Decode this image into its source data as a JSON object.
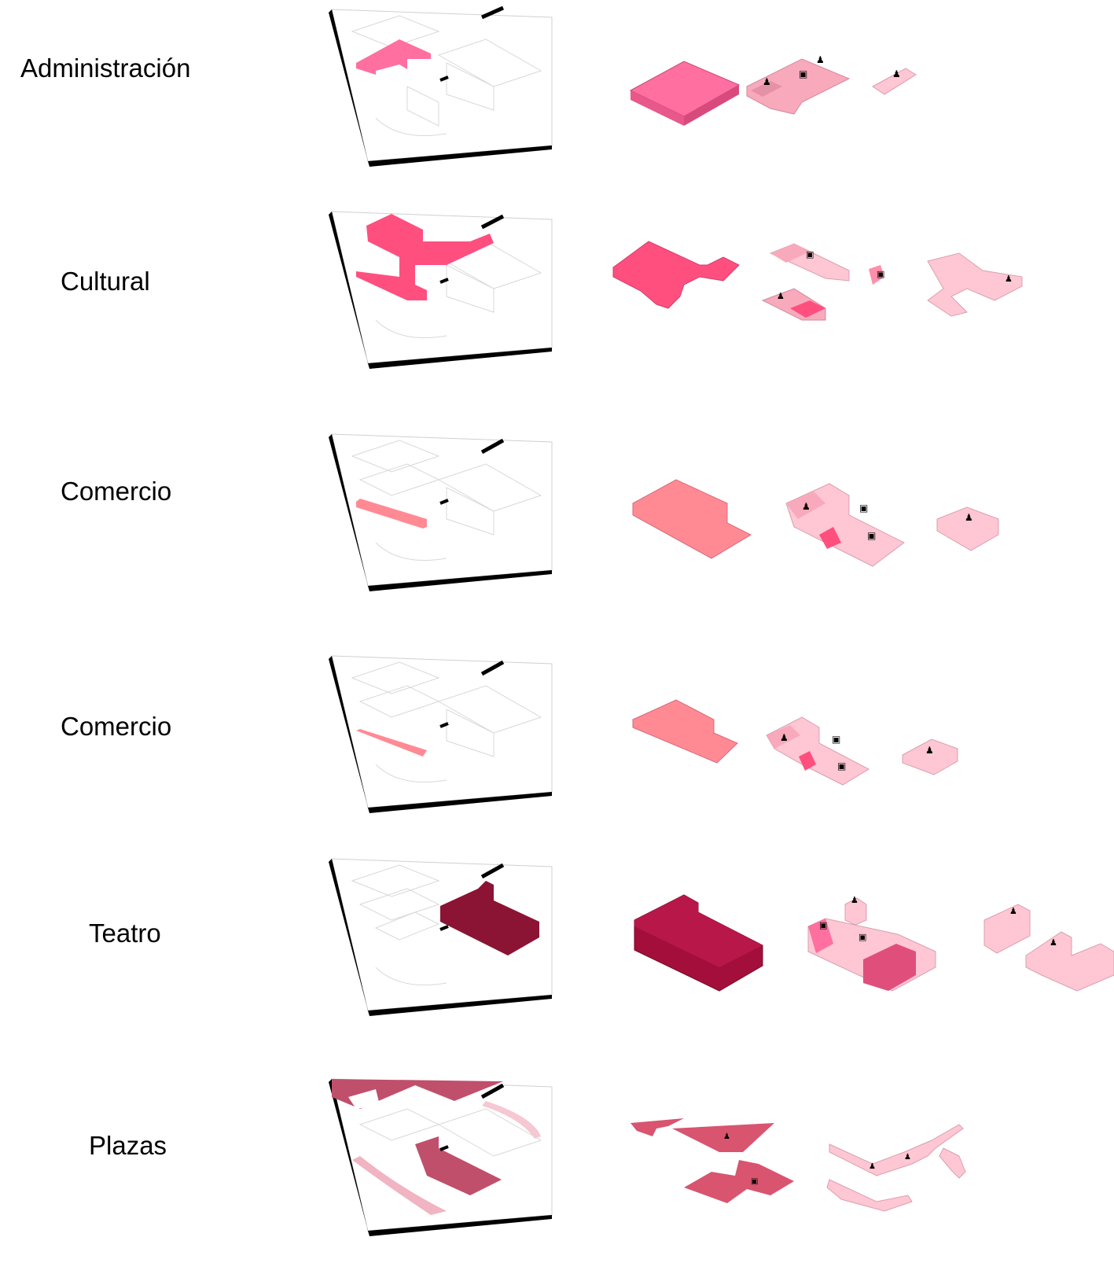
{
  "rows": [
    {
      "label": "Administración",
      "color": "#ff6f9f"
    },
    {
      "label": "Cultural",
      "color": "#ff4f7f"
    },
    {
      "label": "Comercio",
      "color": "#ff8a94"
    },
    {
      "label": "Comercio",
      "color": "#ff8a94"
    },
    {
      "label": "Teatro",
      "color": "#a30f3a"
    },
    {
      "label": "Plazas",
      "color": "#d9546f"
    }
  ],
  "palette": {
    "light_pink": "#ffc6d3",
    "mid_pink": "#f8a4b6",
    "outline": "#d0d0d0",
    "edge": "#000000"
  }
}
